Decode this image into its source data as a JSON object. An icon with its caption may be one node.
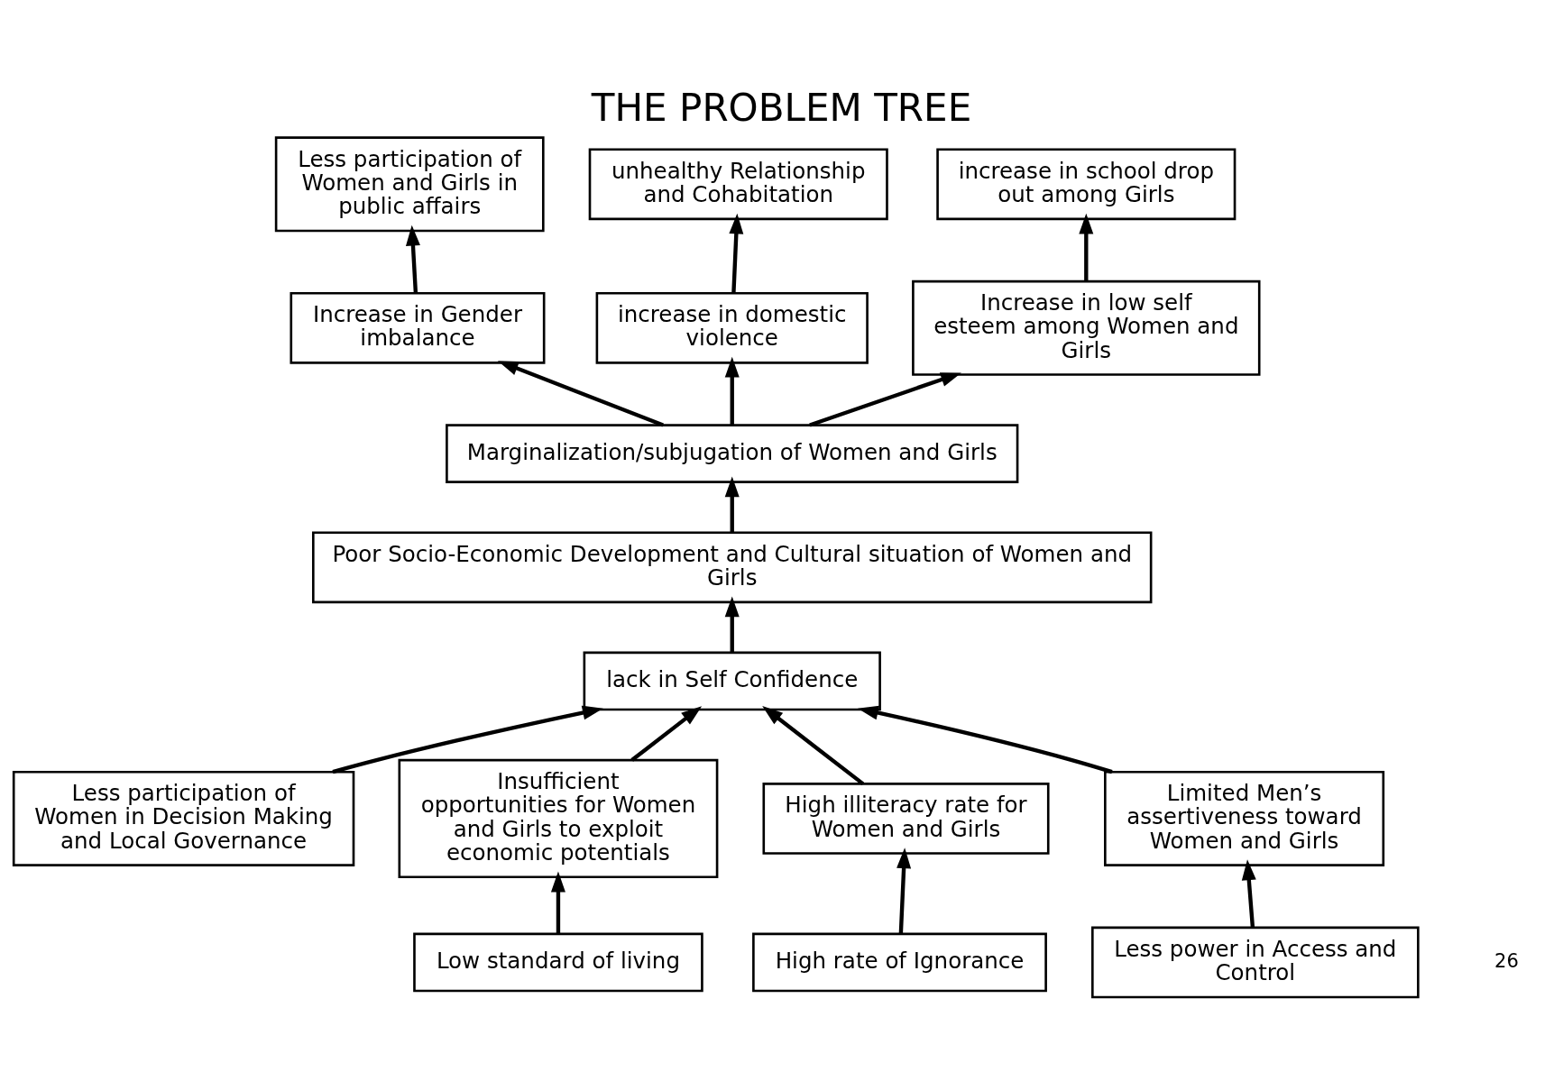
{
  "diagram": {
    "title": "THE PROBLEM TREE",
    "nodes": [
      {
        "text": [
          "Less participation of Women and Girls in public affairs"
        ]
      },
      {
        "text": [
          "unhealthy Relationship and Cohabitation"
        ]
      },
      {
        "text": [
          "increase in school drop out among Girls"
        ]
      },
      {
        "text": [
          "Increase in Gender imbalance"
        ]
      },
      {
        "text": [
          "increase in domestic violence"
        ]
      },
      {
        "text": [
          "Increase in low self esteem among Women and Girls"
        ]
      },
      {
        "text": [
          "Marginalization/subjugation of Women and Girls"
        ]
      },
      {
        "text": [
          "Poor Socio-Economic Development and Cultural situation of Women and Girls"
        ]
      },
      {
        "text": [
          "lack in Self Confidence"
        ]
      },
      {
        "text": [
          "Less participation of Women in Decision Making and Local Governance"
        ]
      },
      {
        "text": [
          "Insufficient opportunities for Women and Girls to exploit economic potentials"
        ]
      },
      {
        "text": [
          "High illiteracy rate for Women and Girls"
        ]
      },
      {
        "text": [
          "Limited Men’s assertiveness toward Women and Girls"
        ]
      },
      {
        "text": [
          "Low standard of living"
        ]
      },
      {
        "text": [
          "High rate of Ignorance"
        ]
      },
      {
        "text": [
          "Less power in Access and Control"
        ]
      }
    ],
    "edges": [
      {
        "from": 3,
        "to": 0,
        "arrow": "to"
      },
      {
        "from": 4,
        "to": 1,
        "arrow": "to"
      },
      {
        "from": 5,
        "to": 2,
        "arrow": "to"
      },
      {
        "from": 6,
        "to": 3,
        "arrow": "to"
      },
      {
        "from": 6,
        "to": 4,
        "arrow": "to"
      },
      {
        "from": 6,
        "to": 5,
        "arrow": "to"
      },
      {
        "from": 7,
        "to": 6,
        "arrow": "to"
      },
      {
        "from": 8,
        "to": 7,
        "arrow": "to"
      },
      {
        "from": 9,
        "to": 8,
        "arrow": "to"
      },
      {
        "from": 10,
        "to": 8,
        "arrow": "to"
      },
      {
        "from": 11,
        "to": 8,
        "arrow": "to"
      },
      {
        "from": 12,
        "to": 8,
        "arrow": "to"
      },
      {
        "from": 13,
        "to": 10,
        "arrow": "to"
      },
      {
        "from": 14,
        "to": 11,
        "arrow": "to"
      },
      {
        "from": 15,
        "to": 12,
        "arrow": "to"
      }
    ],
    "labels": [
      "26"
    ]
  }
}
